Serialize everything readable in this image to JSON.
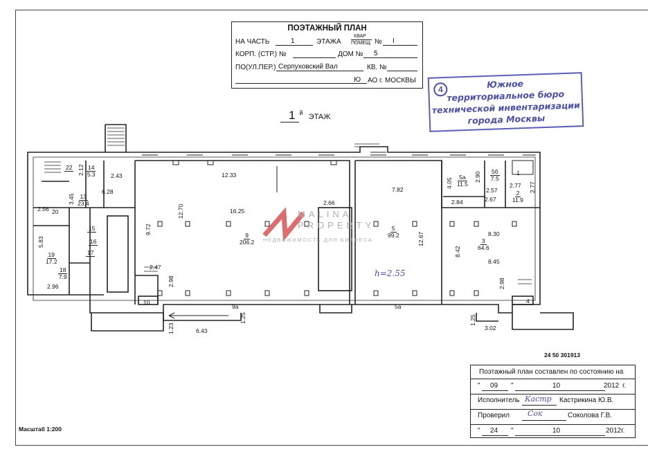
{
  "header": {
    "title": "ПОЭТАЖНЫЙ ПЛАН",
    "part_label": "НА ЧАСТЬ",
    "part_value": "1",
    "floor_word": "ЭТАЖА",
    "kvar_label": "КВАР",
    "pomesh_label": "ПОМЕЩ.",
    "no_label": "№",
    "no_value": "I",
    "korp_label": "КОРП. (СТР.) №",
    "dom_label": "ДОМ №",
    "dom_value": "5",
    "street_label": "ПО(УЛ.ПЕР.)",
    "street_value": "Серпуховский Вал",
    "kv_label": "КВ. №",
    "district_value": "Ю",
    "city_label": "АО г. МОСКВЫ"
  },
  "stamp": {
    "number": "4",
    "line1": "Южное",
    "line2": "территориальное бюро",
    "line3": "технической инвентаризации",
    "line4": "города Москвы"
  },
  "floor": {
    "number": "1",
    "suffix": "й",
    "label": "ЭТАЖ"
  },
  "watermark": {
    "brand": "MALINA\nPROPERTY",
    "tagline": "НЕДВИЖИМОСТЬ ДЛЯ БИЗНЕСА"
  },
  "rooms": [
    {
      "num": "22",
      "area": ""
    },
    {
      "num": "14",
      "area": "5.3"
    },
    {
      "num": "13",
      "area": "23.4"
    },
    {
      "num": "20",
      "area": ""
    },
    {
      "num": "15",
      "area": ""
    },
    {
      "num": "16",
      "area": ""
    },
    {
      "num": "17",
      "area": ""
    },
    {
      "num": "19",
      "area": "17.2"
    },
    {
      "num": "18",
      "area": "7.9"
    },
    {
      "num": "9",
      "area": "206.2"
    },
    {
      "num": "9а",
      "area": ""
    },
    {
      "num": "10",
      "area": ""
    },
    {
      "num": "5",
      "area": "99.2"
    },
    {
      "num": "5а",
      "area": ""
    },
    {
      "num": "5а",
      "area": "11.5"
    },
    {
      "num": "5б",
      "area": "7.5"
    },
    {
      "num": "1",
      "area": ""
    },
    {
      "num": "2",
      "area": "11.9"
    },
    {
      "num": "3",
      "area": "64.6"
    },
    {
      "num": "4",
      "area": ""
    }
  ],
  "dimensions": [
    "2.12",
    "2.43",
    "6.28",
    "3.45",
    "2.56",
    "5.83",
    "2.96",
    "12.33",
    "12.70",
    "16.25",
    "9.72",
    "2.66",
    "2.47",
    "2.98",
    "1.25",
    "1.23",
    "6.43",
    "7.82",
    "12.67",
    "4.05",
    "2.90",
    "2.57",
    "2.84",
    "2.67",
    "2.77",
    "2.77",
    "8.30",
    "8.42",
    "8.45",
    "2.98",
    "1.25",
    "3.02"
  ],
  "handwritten_note": "h=2.55",
  "code": "24 50 301913",
  "info": {
    "line1": "Поэтажный план составлен по состоянию на",
    "q1": "\"",
    "day1": "09",
    "q2": "\"",
    "month1": "10",
    "year1": "2012",
    "year_suffix1": "г.",
    "executor_label": "Исполнитель",
    "executor_sign": "Кастр",
    "executor_name": "Кастрикина Ю.В.",
    "checker_label": "Проверил",
    "checker_sign": "Сок",
    "checker_name": "Соколова Г.В.",
    "day2": "24",
    "month2": "10",
    "year2": "2012г."
  },
  "scale": "Масштаб 1:200",
  "colors": {
    "stamp_ink": "#4a4fa8",
    "line": "#222222",
    "watermark_red": "#d23b3b"
  }
}
